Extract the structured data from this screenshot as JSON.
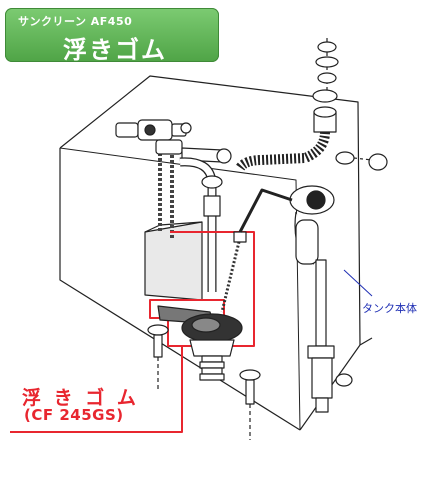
{
  "header": {
    "model": "サンクリーン AF450",
    "title": "浮きゴム"
  },
  "callouts": {
    "part_name": "浮 き ゴ ム",
    "part_code": "(CF 245GS)",
    "tank_label": "タンク本体"
  },
  "colors": {
    "header_green": "#5db553",
    "highlight_red": "#e8262f",
    "tank_label_blue": "#1f2fb4",
    "line": "#222222"
  }
}
